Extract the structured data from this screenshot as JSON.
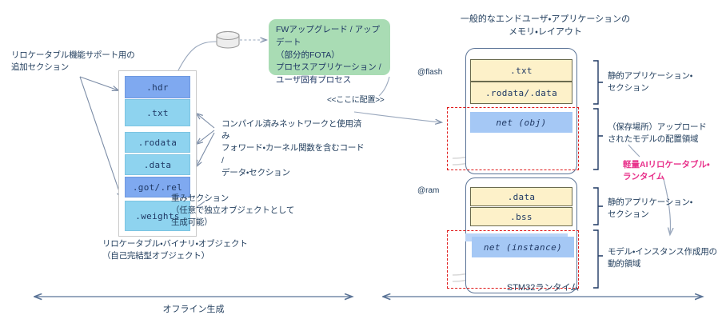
{
  "diagram": {
    "left_panel": {
      "annotation_extra_sections": "リロケータブル機能サポート用の\n追加セクション",
      "annotation_code_data": "コンパイル済みネットワークと使用済み\nフォワード・カーネル関数を含むコード /\nデータ・セクション",
      "annotation_weights": "重みセクション\n（任意で独立オブジェクトとして\n生成可能）",
      "caption": "リロケータブル・バイナリ・オブジェクト\n（自己完結型オブジェクト）",
      "sections": [
        {
          "label": ".hdr",
          "tone": "dark"
        },
        {
          "label": ".txt",
          "tone": "light"
        },
        {
          "label": ".rodata",
          "tone": "light"
        },
        {
          "label": ".data",
          "tone": "light"
        },
        {
          "label": ".got/.rel",
          "tone": "dark"
        },
        {
          "label": ".weights",
          "tone": "light"
        }
      ],
      "axis_label": "オフライン生成"
    },
    "callout": {
      "text": "FWアップグレード / アップデート\n（部分的FOTA）\nプロセスアプリケーション /\n ユーザ固有プロセス",
      "placement_note": "<<ここに配置>>",
      "color": "#a9dcb4"
    },
    "right_panel": {
      "title": "一般的なエンドユーザ・アプリケーションの\nメモリ・レイアウト",
      "flash": {
        "tag": "@flash",
        "static_rows": [
          ".txt",
          ".rodata/.data"
        ],
        "dynamic_row": "net (obj)",
        "label_static": "静的アプリケーション・\nセクション",
        "label_dynamic": "（保存場所）アップロード\nされたモデルの配置領域"
      },
      "ram": {
        "tag": "@ram",
        "static_rows": [
          ".data",
          ".bss"
        ],
        "dynamic_row": "net (instance)",
        "label_static": "静的アプリケーション・\nセクション",
        "label_dynamic": "モデル・インスタンス作成用の\n動的領域"
      },
      "runtime_note": "軽量AIリロケータブル・\nランタイム",
      "runtime_note_color": "#e8308a",
      "axis_label": "STM32ランタイム"
    },
    "icons": {
      "storage": "database-cylinder-icon"
    }
  }
}
